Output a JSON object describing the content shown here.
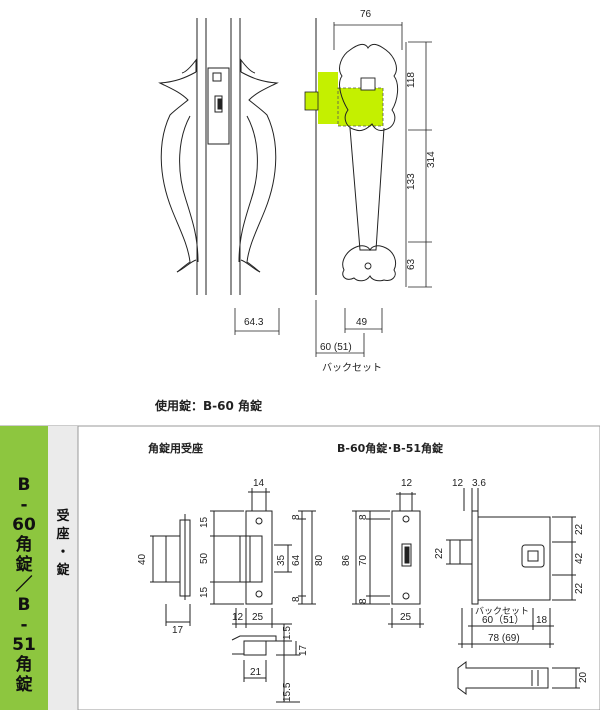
{
  "top": {
    "handle_width": "76",
    "dim_upper": "118",
    "dim_total": "314",
    "dim_middle": "133",
    "dim_lower": "63",
    "dim_projection": "64.3",
    "dim_grip": "49",
    "dim_backset": "60 (51)",
    "backset_label": "バックセット",
    "caption": "使用錠：B-60 角錠",
    "accent_color": "#c4f000"
  },
  "panel": {
    "side_title_chars": [
      "B",
      "-",
      "60",
      "角",
      "錠",
      "／",
      "B",
      "-",
      "51",
      "角",
      "錠"
    ],
    "side_title_bg": "#8dc63f",
    "sub_title_chars": [
      "受",
      "座",
      "・",
      "錠"
    ],
    "sub_title_bg": "#ebebeb",
    "left_heading": "角錠用受座",
    "right_heading": "B-60角錠･B-51角錠"
  },
  "strike": {
    "d14": "14",
    "d15a": "15",
    "d50": "50",
    "d15b": "15",
    "d35": "35",
    "d64": "64",
    "d80": "80",
    "d8a": "8",
    "d8b": "8",
    "d40": "40",
    "d17": "17",
    "d12": "12",
    "d25": "25",
    "d1_5": "1.5",
    "d15_5": "15.5",
    "d17b": "17",
    "d21": "21"
  },
  "lock": {
    "d12": "12",
    "d86": "86",
    "d70": "70",
    "d8a": "8",
    "d8b": "8",
    "d25": "25",
    "d22": "22",
    "d12b": "12",
    "d3_6": "3.6",
    "d22a": "22",
    "d42": "42",
    "d22b": "22",
    "backset_label": "バックセット",
    "d60": "60（51）",
    "d18": "18",
    "d78": "78 (69)",
    "d20": "20"
  }
}
